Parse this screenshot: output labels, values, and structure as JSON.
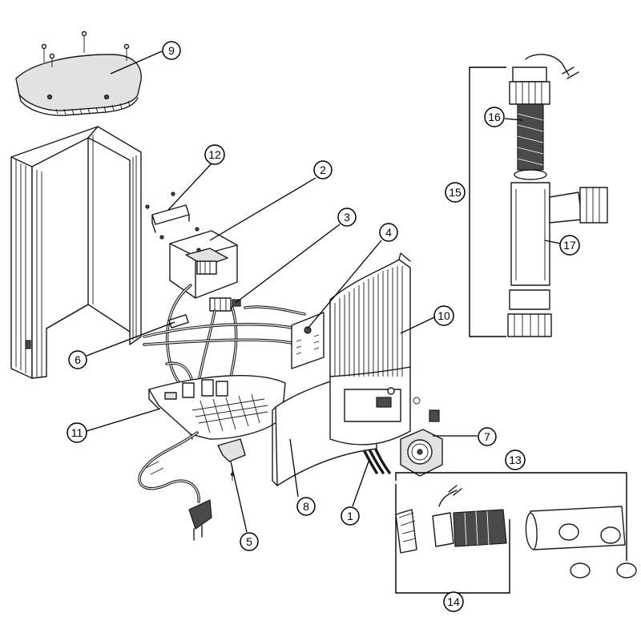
{
  "callouts": [
    {
      "id": "1",
      "label": "1"
    },
    {
      "id": "2",
      "label": "2"
    },
    {
      "id": "3",
      "label": "3"
    },
    {
      "id": "4",
      "label": "4"
    },
    {
      "id": "5",
      "label": "5"
    },
    {
      "id": "6",
      "label": "6"
    },
    {
      "id": "7",
      "label": "7"
    },
    {
      "id": "8",
      "label": "8"
    },
    {
      "id": "9",
      "label": "9"
    },
    {
      "id": "10",
      "label": "10"
    },
    {
      "id": "11",
      "label": "11"
    },
    {
      "id": "12",
      "label": "12"
    },
    {
      "id": "13",
      "label": "13"
    },
    {
      "id": "14",
      "label": "14"
    },
    {
      "id": "15",
      "label": "15"
    },
    {
      "id": "16",
      "label": "16"
    },
    {
      "id": "17",
      "label": "17"
    }
  ],
  "colors": {
    "line": "#1a1a1a",
    "part_fill": "#ffffff",
    "shade": "#e2e2e2"
  }
}
